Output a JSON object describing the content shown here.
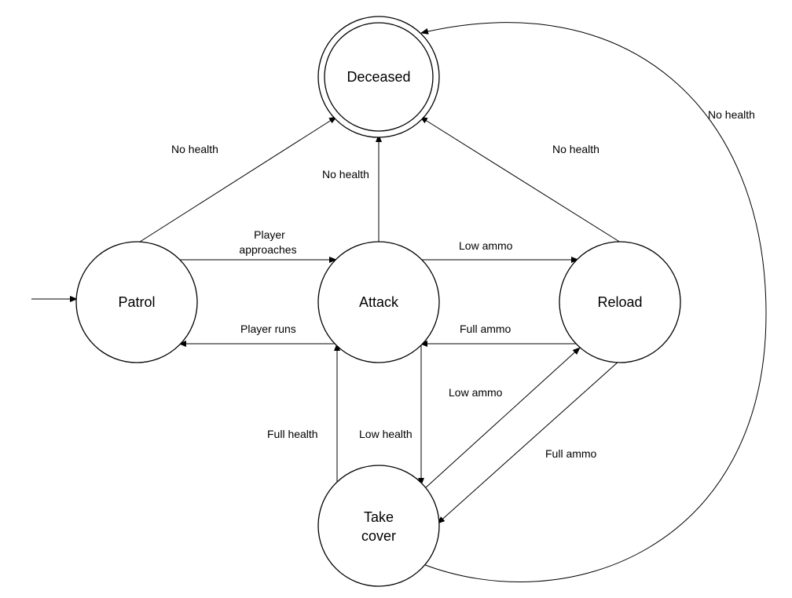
{
  "states": {
    "deceased": "Deceased",
    "patrol": "Patrol",
    "attack": "Attack",
    "reload": "Reload",
    "take_cover_line1": "Take",
    "take_cover_line2": "cover"
  },
  "transitions": {
    "patrol_to_deceased": "No health",
    "attack_to_deceased": "No health",
    "reload_to_deceased": "No health",
    "cover_to_deceased": "No health",
    "patrol_to_attack_line1": "Player",
    "patrol_to_attack_line2": "approaches",
    "attack_to_patrol": "Player runs",
    "attack_to_reload": "Low ammo",
    "reload_to_attack": "Full ammo",
    "cover_to_attack": "Full health",
    "attack_to_cover": "Low health",
    "cover_to_reload": "Low ammo",
    "reload_to_cover": "Full ammo"
  }
}
